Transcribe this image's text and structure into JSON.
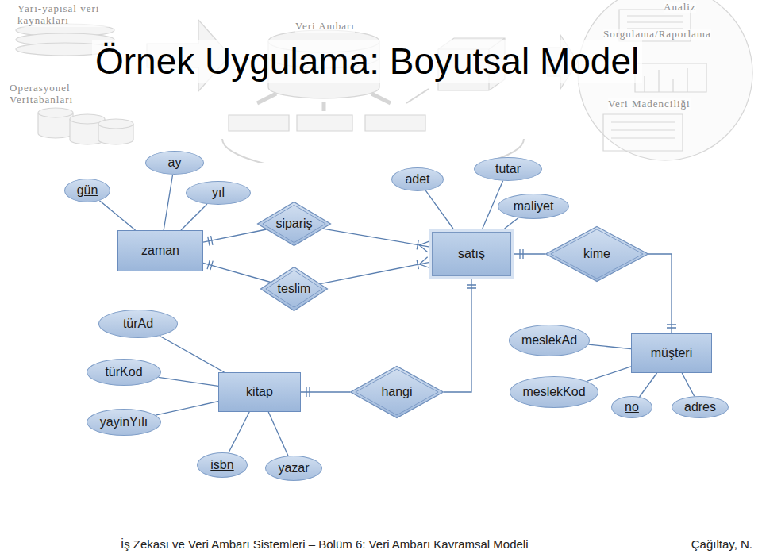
{
  "diagram": {
    "title": "Örnek Uygulama: Boyutsal Model",
    "caption": "İş Zekası ve Veri Ambarı Sistemleri – Bölüm 6: Veri Ambarı Kavramsal Modeli",
    "nodes": [
      {
        "text": [
          "gün"
        ]
      },
      {
        "text": [
          "ay"
        ]
      },
      {
        "text": [
          "yıl"
        ]
      },
      {
        "text": [
          "adet"
        ]
      },
      {
        "text": [
          "tutar"
        ]
      },
      {
        "text": [
          "maliyet"
        ]
      },
      {
        "text": [
          "zaman"
        ]
      },
      {
        "text": [
          "sipariş"
        ]
      },
      {
        "text": [
          "satış"
        ]
      },
      {
        "text": [
          "kime"
        ]
      },
      {
        "text": [
          "teslim"
        ]
      },
      {
        "text": [
          "türAd"
        ]
      },
      {
        "text": [
          "türKod"
        ]
      },
      {
        "text": [
          "yayinYılı"
        ]
      },
      {
        "text": [
          "kitap"
        ]
      },
      {
        "text": [
          "hangi"
        ]
      },
      {
        "text": [
          "meslekAd"
        ]
      },
      {
        "text": [
          "meslekKod"
        ]
      },
      {
        "text": [
          "müşteri"
        ]
      },
      {
        "text": [
          "no"
        ]
      },
      {
        "text": [
          "adres"
        ]
      },
      {
        "text": [
          "isbn"
        ]
      },
      {
        "text": [
          "yazar"
        ]
      }
    ],
    "edges": [
      {
        "from": 6,
        "to": 0,
        "arrow": "none"
      },
      {
        "from": 6,
        "to": 1,
        "arrow": "none"
      },
      {
        "from": 6,
        "to": 2,
        "arrow": "none"
      },
      {
        "from": 8,
        "to": 3,
        "arrow": "none"
      },
      {
        "from": 8,
        "to": 4,
        "arrow": "none"
      },
      {
        "from": 8,
        "to": 5,
        "arrow": "none"
      },
      {
        "from": 6,
        "to": 7,
        "arrow": "none"
      },
      {
        "from": 7,
        "to": 8,
        "arrow": "none"
      },
      {
        "from": 6,
        "to": 10,
        "arrow": "none"
      },
      {
        "from": 10,
        "to": 8,
        "arrow": "none"
      },
      {
        "from": 8,
        "to": 9,
        "arrow": "none"
      },
      {
        "from": 9,
        "to": 18,
        "arrow": "none"
      },
      {
        "from": 14,
        "to": 11,
        "arrow": "none"
      },
      {
        "from": 14,
        "to": 12,
        "arrow": "none"
      },
      {
        "from": 14,
        "to": 13,
        "arrow": "none"
      },
      {
        "from": 14,
        "to": 21,
        "arrow": "none"
      },
      {
        "from": 14,
        "to": 22,
        "arrow": "none"
      },
      {
        "from": 14,
        "to": 15,
        "arrow": "none"
      },
      {
        "from": 15,
        "to": 8,
        "arrow": "none"
      },
      {
        "from": 18,
        "to": 16,
        "arrow": "none"
      },
      {
        "from": 18,
        "to": 17,
        "arrow": "none"
      },
      {
        "from": 18,
        "to": 19,
        "arrow": "none"
      },
      {
        "from": 18,
        "to": 20,
        "arrow": "none"
      }
    ],
    "labels": [
      "Yarı-yapısal veri kaynakları",
      "Veri Ambarı",
      "Operasyonel Veritabanları",
      "Analiz",
      "Sorgulama/Raporlama",
      "Veri Madenciliği",
      "Çağıltay, N."
    ]
  }
}
